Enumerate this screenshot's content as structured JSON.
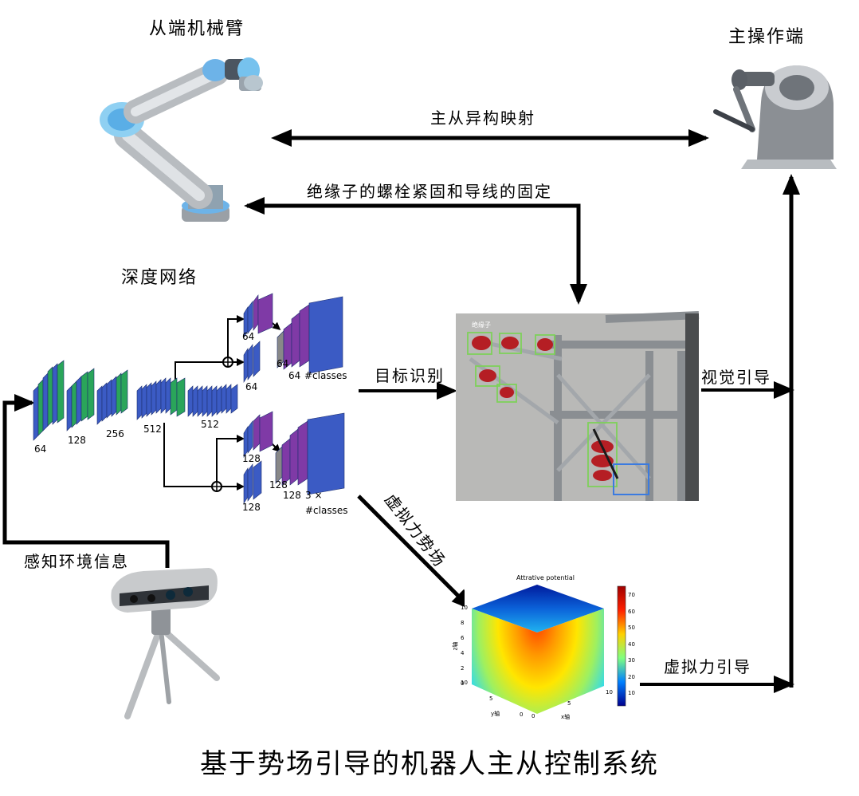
{
  "labels": {
    "slave_arm": "从端机械臂",
    "master_end": "主操作端",
    "hetero_mapping": "主从异构映射",
    "fastening_task": "绝缘子的螺栓紧固和导线的固定",
    "deep_network": "深度网络",
    "target_recognition": "目标识别",
    "visual_guidance": "视觉引导",
    "virtual_potential_field": "虚拟力势场",
    "virtual_force_guidance": "虚拟力引导",
    "perceive_environment": "感知环境信息"
  },
  "network": {
    "enc_64": "64",
    "enc_128": "128",
    "enc_256": "256",
    "enc_512a": "512",
    "enc_512b": "512",
    "top_64a": "64",
    "top_64b": "64",
    "top_64c": "64",
    "top_classes": "#classes",
    "bot_128a": "128",
    "bot_128b": "128",
    "bot_128c": "128",
    "bot_128d": "128",
    "bot_3x": "3 ×",
    "bot_classes": "#classes"
  },
  "potential_plot": {
    "title": "Attrative potential",
    "z_ticks": [
      "10",
      "8",
      "6",
      "4",
      "2",
      "0"
    ],
    "colorbar_ticks": [
      "70",
      "60",
      "50",
      "40",
      "30",
      "20",
      "10"
    ],
    "y_label": "y轴",
    "x_label": "x轴",
    "z_label": "z轴",
    "y_ticks": [
      "10",
      "5",
      "0"
    ],
    "x_ticks": [
      "0",
      "5",
      "10"
    ]
  },
  "photo": {
    "tag": "绝缘子"
  },
  "caption": "基于势场引导的机器人主从控制系统"
}
